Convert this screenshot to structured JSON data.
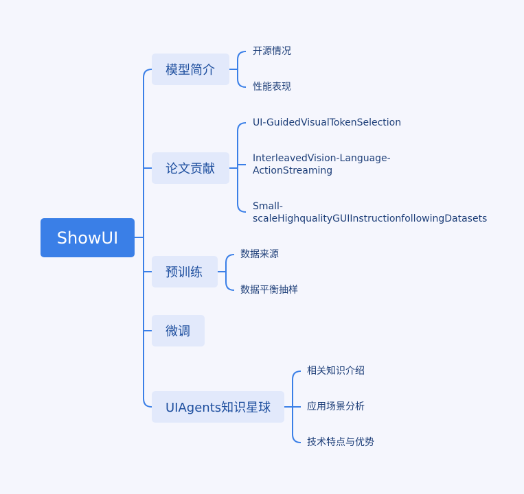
{
  "root": {
    "label": "ShowUI"
  },
  "topics": [
    {
      "label": "模型简介",
      "children": [
        "开源情况",
        "性能表现"
      ]
    },
    {
      "label": "论文贡献",
      "children": [
        "UI-GuidedVisualTokenSelection",
        "InterleavedVision-Language-\nActionStreaming",
        "Small-\nscaleHighqualityGUIInstructionfollowingDatasets"
      ]
    },
    {
      "label": "预训练",
      "children": [
        "数据来源",
        "数据平衡抽样"
      ]
    },
    {
      "label": "微调",
      "children": []
    },
    {
      "label": "UIAgents知识星球",
      "children": [
        "相关知识介绍",
        "应用场景分析",
        "技术特点与优势"
      ]
    }
  ],
  "colors": {
    "line": "#3a7fe7",
    "root_bg": "#3a7fe7",
    "topic_bg": "#e2e9fb",
    "topic_text": "#1d4e9e",
    "leaf_text": "#1d3e78"
  }
}
